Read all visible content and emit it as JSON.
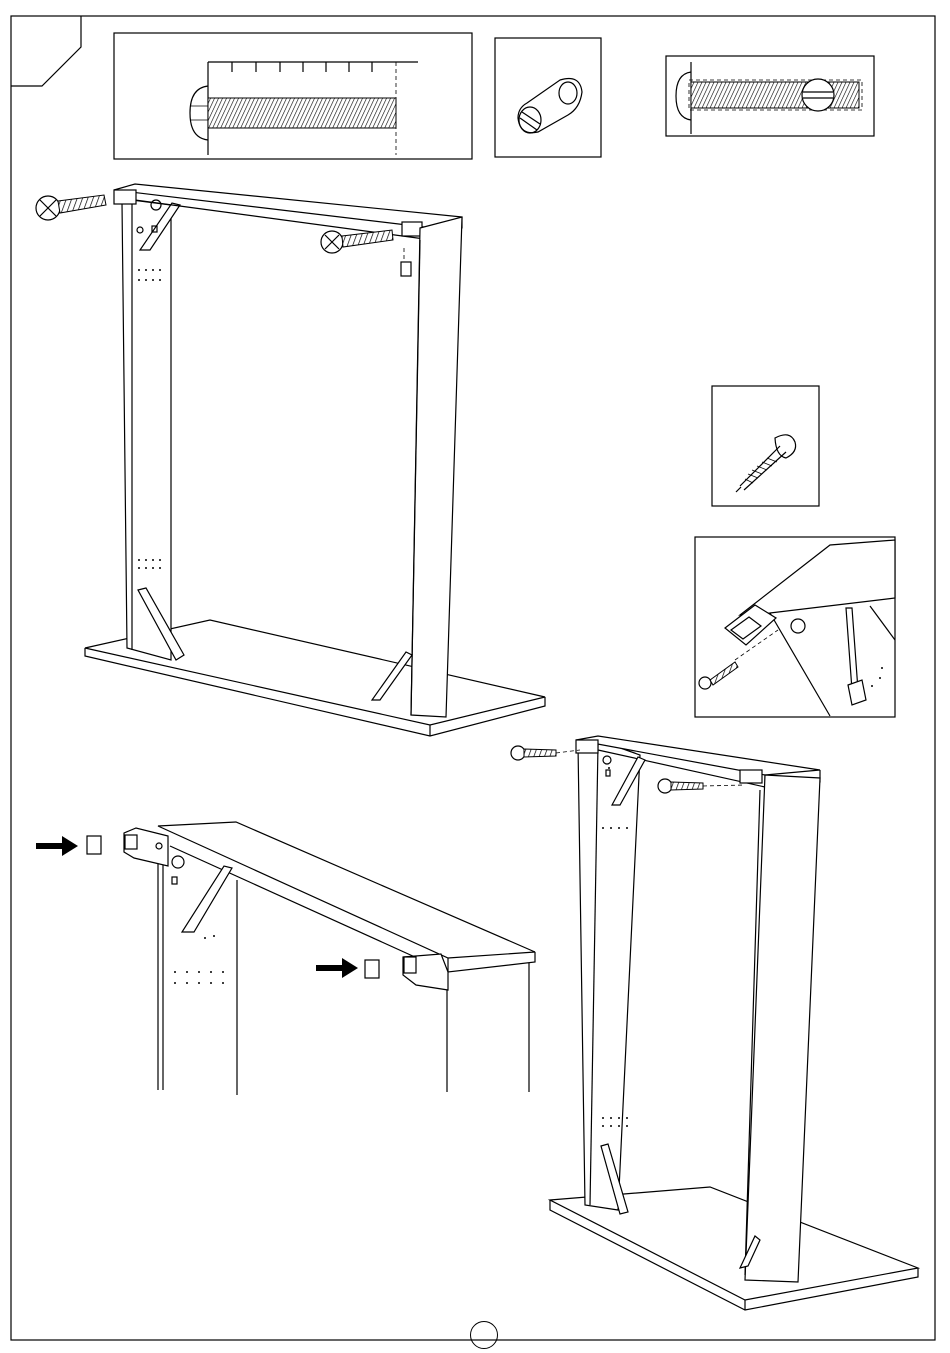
{
  "page": {
    "number": ""
  },
  "colors": {
    "line": "#000000",
    "paper": "#ffffff",
    "arrow": "#000000"
  },
  "hardware_icons": [
    "bolt-measured-icon",
    "cam-nut-icon",
    "bolt-with-cam-nut-icon",
    "wood-screw-icon"
  ],
  "steps": [
    "attach-side-panels-with-bolts",
    "detail-screw-into-top-corner",
    "insert-corner-caps",
    "screw-top-rail"
  ]
}
